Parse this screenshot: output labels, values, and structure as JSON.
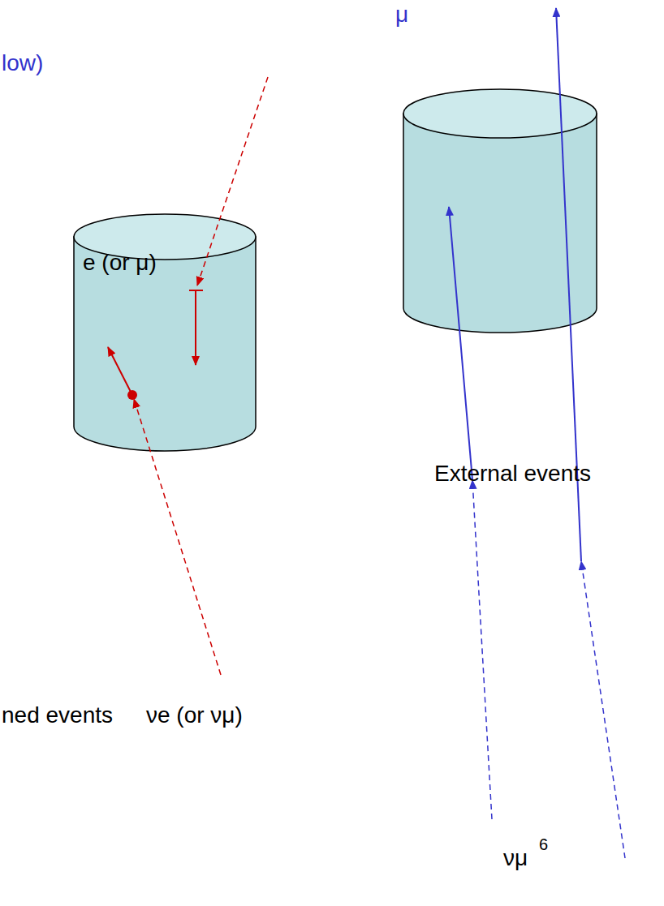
{
  "diagram": {
    "nodes": [
      {
        "text": [
          "e (or μ)"
        ]
      }
    ],
    "labels": [
      "low)",
      "ned events",
      "νe (or νμ)",
      "μ",
      "External events",
      "νμ",
      "6"
    ]
  }
}
